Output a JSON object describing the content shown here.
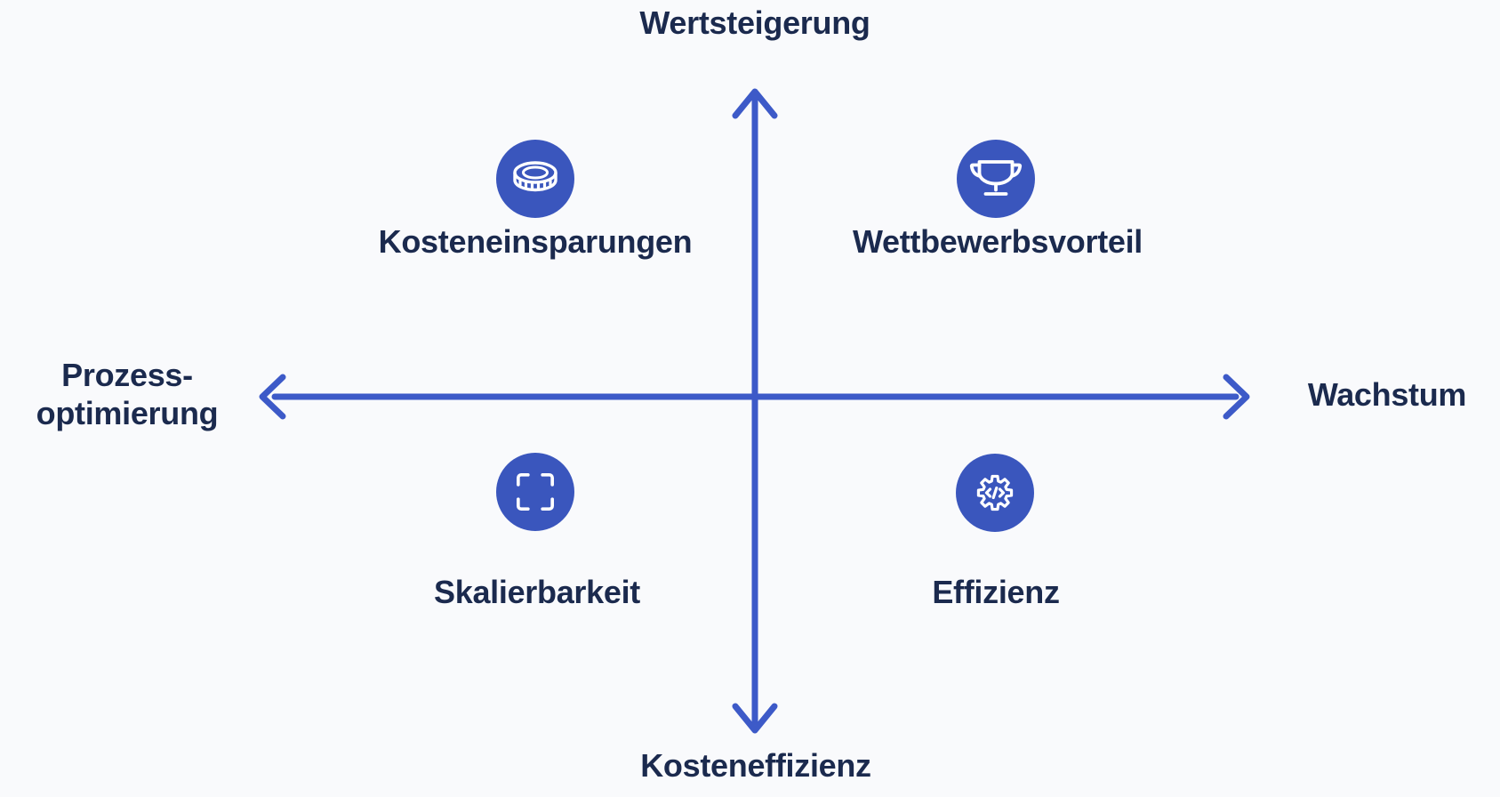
{
  "diagram": {
    "type": "quadrant-matrix",
    "axes": {
      "top": "Wertsteigerung",
      "bottom": "Kosteneffizienz",
      "left_line1": "Prozess-",
      "left_line2": "optimierung",
      "right": "Wachstum"
    },
    "quadrants": [
      {
        "position": "top-left",
        "icon": "coin-icon",
        "label": "Kosteneinsparungen"
      },
      {
        "position": "top-right",
        "icon": "trophy-icon",
        "label": "Wettbewerbsvorteil"
      },
      {
        "position": "bottom-left",
        "icon": "expand-icon",
        "label": "Skalierbarkeit"
      },
      {
        "position": "bottom-right",
        "icon": "gear-code-icon",
        "label": "Effizienz"
      }
    ],
    "colors": {
      "background": "#F9FAFC",
      "axis_blue": "#3D5AC8",
      "icon_circle_blue": "#3A56BD",
      "text_navy": "#1B2A4E",
      "icon_stroke": "#FFFFFF"
    }
  }
}
